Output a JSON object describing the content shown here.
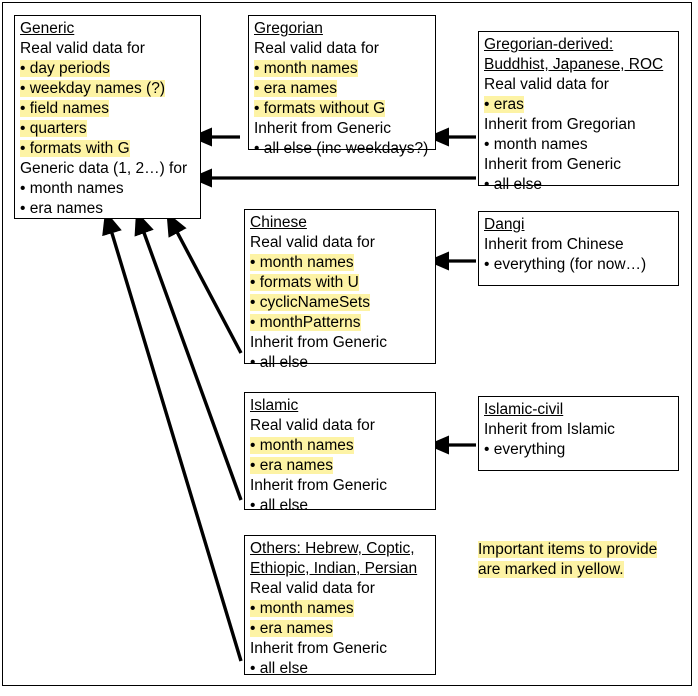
{
  "diagram": {
    "title": "Calendar data inheritance diagram",
    "highlight_color": "#fdf3a5",
    "border_color": "#000000",
    "background_color": "#ffffff"
  },
  "boxes": {
    "generic": {
      "title": "Generic",
      "lines": [
        {
          "text": "Real valid data for",
          "highlight": false
        },
        {
          "text": "• day periods",
          "highlight": true
        },
        {
          "text": "• weekday names (?)",
          "highlight": true
        },
        {
          "text": "• field names",
          "highlight": true
        },
        {
          "text": "• quarters",
          "highlight": true
        },
        {
          "text": "• formats with G",
          "highlight": true
        },
        {
          "text": "Generic data (1, 2…) for",
          "highlight": false
        },
        {
          "text": "• month names",
          "highlight": false
        },
        {
          "text": "• era names",
          "highlight": false
        }
      ]
    },
    "gregorian": {
      "title": "Gregorian",
      "lines": [
        {
          "text": "Real valid data for",
          "highlight": false
        },
        {
          "text": "• month names",
          "highlight": true
        },
        {
          "text": "• era names",
          "highlight": true
        },
        {
          "text": "• formats without G",
          "highlight": true
        },
        {
          "text": "Inherit from Generic",
          "highlight": false
        },
        {
          "text": "• all else (inc weekdays?)",
          "highlight": false
        }
      ]
    },
    "gregorian_derived": {
      "title": "Gregorian-derived:",
      "title2": "Buddhist, Japanese, ROC",
      "lines": [
        {
          "text": "Real valid data for",
          "highlight": false
        },
        {
          "text": "• eras",
          "highlight": true
        },
        {
          "text": "Inherit from Gregorian",
          "highlight": false
        },
        {
          "text": "• month names",
          "highlight": false
        },
        {
          "text": "Inherit from Generic",
          "highlight": false
        },
        {
          "text": "• all else",
          "highlight": false
        }
      ]
    },
    "chinese": {
      "title": "Chinese",
      "lines": [
        {
          "text": "Real valid data for",
          "highlight": false
        },
        {
          "text": "• month names",
          "highlight": true
        },
        {
          "text": "• formats with U",
          "highlight": true
        },
        {
          "text": "• cyclicNameSets",
          "highlight": true
        },
        {
          "text": "• monthPatterns",
          "highlight": true
        },
        {
          "text": "Inherit from Generic",
          "highlight": false
        },
        {
          "text": "• all else",
          "highlight": false
        }
      ]
    },
    "dangi": {
      "title": "Dangi",
      "lines": [
        {
          "text": "Inherit from Chinese",
          "highlight": false
        },
        {
          "text": "• everything (for now…)",
          "highlight": false
        }
      ]
    },
    "islamic": {
      "title": "Islamic",
      "lines": [
        {
          "text": "Real valid data for",
          "highlight": false
        },
        {
          "text": "• month names",
          "highlight": true
        },
        {
          "text": "• era names",
          "highlight": true
        },
        {
          "text": "Inherit from Generic",
          "highlight": false
        },
        {
          "text": "• all else",
          "highlight": false
        }
      ]
    },
    "islamic_civil": {
      "title": "Islamic-civil",
      "lines": [
        {
          "text": "Inherit from Islamic",
          "highlight": false
        },
        {
          "text": "• everything",
          "highlight": false
        }
      ]
    },
    "others": {
      "title": "Others: Hebrew, Coptic,",
      "title2": "Ethiopic, Indian, Persian",
      "lines": [
        {
          "text": "Real valid data for",
          "highlight": false
        },
        {
          "text": "• month names",
          "highlight": true
        },
        {
          "text": "• era names",
          "highlight": true
        },
        {
          "text": "Inherit from Generic",
          "highlight": false
        },
        {
          "text": "• all else",
          "highlight": false
        }
      ]
    }
  },
  "legend": {
    "line1": "Important items to provide",
    "line2": "are marked in yellow."
  },
  "arrows": [
    {
      "name": "gregorian-to-generic",
      "from": "Gregorian",
      "to": "Generic"
    },
    {
      "name": "gregorian-derived-to-gregorian",
      "from": "Gregorian-derived",
      "to": "Gregorian"
    },
    {
      "name": "gregorian-derived-to-generic",
      "from": "Gregorian-derived",
      "to": "Generic"
    },
    {
      "name": "dangi-to-chinese",
      "from": "Dangi",
      "to": "Chinese"
    },
    {
      "name": "islamic-civil-to-islamic",
      "from": "Islamic-civil",
      "to": "Islamic"
    },
    {
      "name": "chinese-to-generic",
      "from": "Chinese",
      "to": "Generic"
    },
    {
      "name": "islamic-to-generic",
      "from": "Islamic",
      "to": "Generic"
    },
    {
      "name": "others-to-generic",
      "from": "Others",
      "to": "Generic"
    }
  ]
}
